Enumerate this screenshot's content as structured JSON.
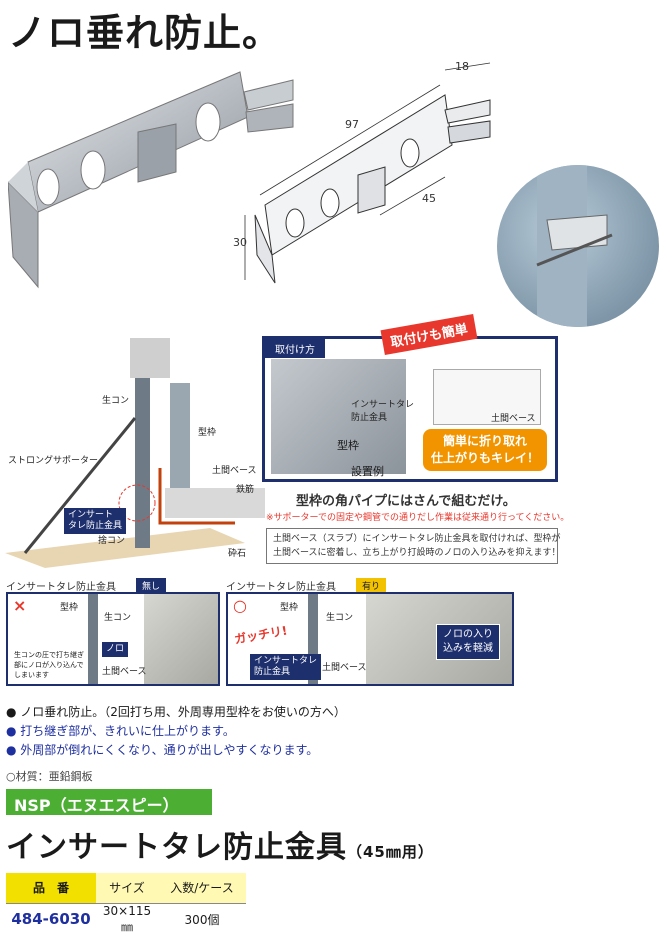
{
  "headline": "ノロ垂れ防止。",
  "dimensions": {
    "d18": "18",
    "d97": "97",
    "d45": "45",
    "d30": "30"
  },
  "diagram": {
    "labels": {
      "namakon": "生コン",
      "kata": "型枠",
      "doma": "土間ベース",
      "tekkin": "鉄筋",
      "strong": "ストロングサポーター",
      "sutekon": "捨コン",
      "saiseki": "砕石"
    },
    "insert_tag": "インサート\nタレ防止金具"
  },
  "install_panel": {
    "header": "取付け方",
    "callout": "取付けも簡単",
    "insert_label": "インサートタレ\n防止金具",
    "kata_label": "型枠",
    "example_caption": "設置例",
    "doma_label": "土間ベース",
    "bubble": "簡単に折り取れ\n仕上がりもキレイ！"
  },
  "pipe_caption": "型枠の角パイプにはさんで組むだけ。",
  "support_note": "※サポーターでの固定や鋼管での通りだし作業は従来通り行ってください。",
  "info_box": "土間ベース（スラブ）にインサートタレ防止金具を取付ければ、型枠が\n土間ベースに密着し、立ち上がり打設時のノロの入り込みを抑えます！",
  "compare": {
    "left": {
      "label": "インサートタレ防止金具",
      "badge": "無し",
      "mark": "×",
      "kata": "型枠",
      "namakon": "生コン",
      "noro": "ノロ",
      "doma": "土間ベース",
      "note": "生コンの圧で打ち継ぎ\n部にノロが入り込んで\nしまいます"
    },
    "right": {
      "label": "インサートタレ防止金具",
      "badge": "有り",
      "mark": "○",
      "kata": "型枠",
      "namakon": "生コン",
      "gacchiri": "ガッチリ!",
      "doma": "土間ベース",
      "insert": "インサートタレ\n防止金具",
      "bubble": "ノロの入り\n込みを軽減"
    }
  },
  "bullets": [
    "● ノロ垂れ防止。（2回打ち用、外周専用型枠をお使いの方へ）",
    "● 打ち継ぎ部が、きれいに仕上がります。",
    "● 外周部が倒れにくくなり、通りが出しやすくなります。"
  ],
  "material": "○材質：亜鉛鋼板",
  "brand": "NSP（エヌエスピー）",
  "product_title": "インサートタレ防止金具",
  "product_subtitle": "（45㎜用）",
  "spec": {
    "headers": [
      "品　番",
      "サイズ",
      "入数/ケース"
    ],
    "row": [
      "484-6030",
      "30×115㎜",
      "300個"
    ]
  },
  "colors": {
    "navy": "#1e2f6e",
    "orange": "#f29400",
    "green": "#4cae33",
    "red": "#e8372c",
    "yellow": "#f2e100"
  }
}
